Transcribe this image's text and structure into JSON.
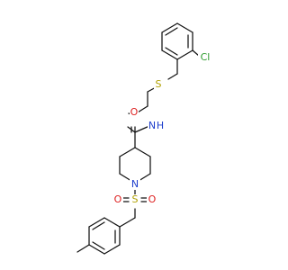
{
  "molecule": {
    "atoms": {
      "cl": "Cl",
      "s_thio": "S",
      "nh": "N",
      "h": "H",
      "o_amide": "O",
      "n_ring": "N",
      "s_sulfonyl": "S",
      "o_sulfonyl_left": "O",
      "o_sulfonyl_right": "O"
    },
    "colors": {
      "bond": "#111111",
      "cl": "#2e9b2e",
      "s": "#b0a000",
      "n": "#1f3fcc",
      "o": "#dd1f1f",
      "h": "#1f3fcc"
    }
  }
}
